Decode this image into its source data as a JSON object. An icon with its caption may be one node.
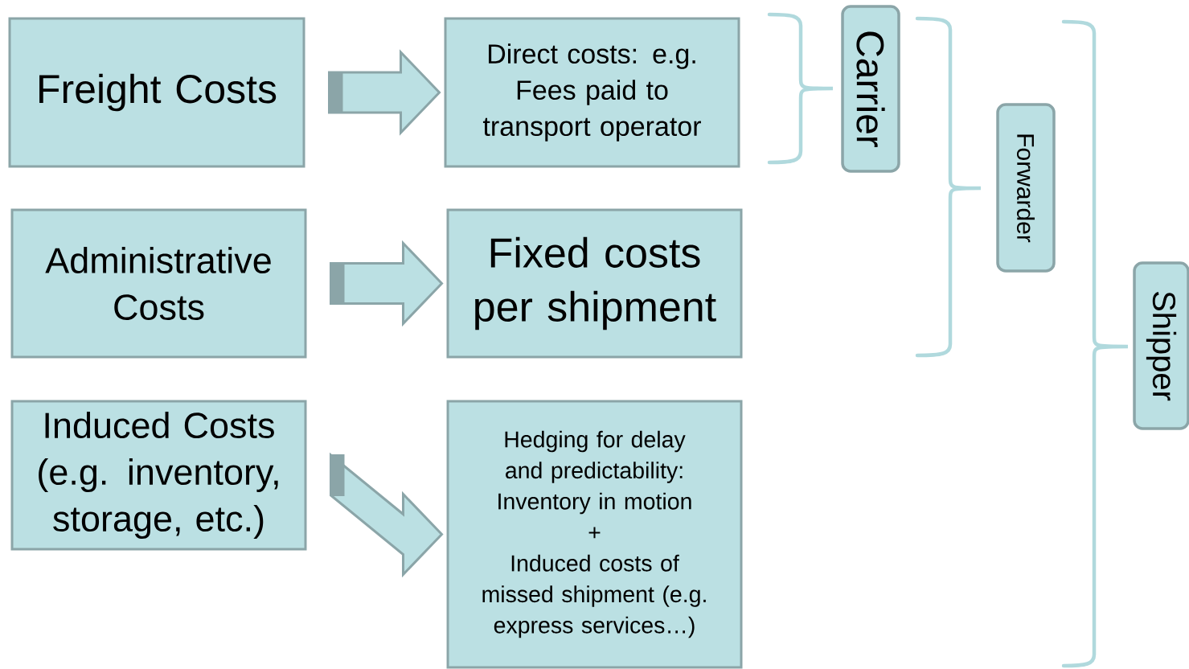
{
  "diagram": {
    "nodes": [
      {
        "text": [
          "Freight Costs"
        ]
      },
      {
        "text": [
          "Direct costs: e.g. Fees paid  to transport operator"
        ]
      },
      {
        "text": [
          "Administrative Costs"
        ]
      },
      {
        "text": [
          "Fixed costs per shipment"
        ]
      },
      {
        "text": [
          "Induced Costs (e.g. inventory, storage, etc.)"
        ]
      },
      {
        "text": [
          "Hedging for delay and predictability: Inventory in motion",
          "+",
          "Induced costs of missed shipment (e.g. express services…)"
        ]
      },
      {
        "text": [
          "Carrier"
        ]
      },
      {
        "text": [
          "Forwarder"
        ]
      },
      {
        "text": [
          "Shipper"
        ]
      }
    ],
    "edges": [
      {
        "from": 0,
        "to": 1,
        "arrow": "to"
      },
      {
        "from": 2,
        "to": 3,
        "arrow": "to"
      },
      {
        "from": 4,
        "to": 5,
        "arrow": "to"
      }
    ]
  }
}
